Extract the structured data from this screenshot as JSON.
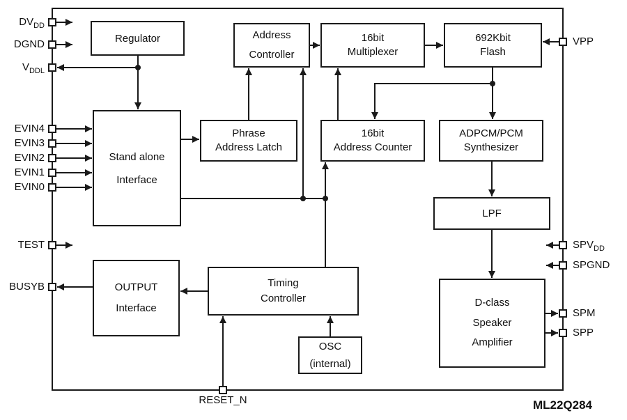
{
  "diagram": {
    "part_number": "ML22Q284",
    "blocks": {
      "regulator": {
        "label": "Regulator"
      },
      "address_controller": {
        "label": "Address\nController"
      },
      "multiplexer": {
        "label": "16bit\nMultiplexer"
      },
      "flash": {
        "label": "692Kbit\nFlash"
      },
      "phrase_address_latch": {
        "label": "Phrase\nAddress Latch"
      },
      "address_counter": {
        "label": "16bit\nAddress Counter"
      },
      "adpcm_synthesizer": {
        "label": "ADPCM/PCM\nSynthesizer"
      },
      "standalone_interface": {
        "label": "Stand alone\nInterface"
      },
      "lpf": {
        "label": "LPF"
      },
      "d_class_amp": {
        "label": "D-class\nSpeaker\nAmplifier"
      },
      "timing_controller": {
        "label": "Timing\nController"
      },
      "output_interface": {
        "label": "OUTPUT\nInterface"
      },
      "osc": {
        "label": "OSC\n(internal)"
      }
    },
    "pins": {
      "dvdd": {
        "main": "DV",
        "sub": "DD"
      },
      "dgnd": {
        "main": "DGND",
        "sub": ""
      },
      "vddl": {
        "main": "V",
        "sub": "DDL"
      },
      "evin4": {
        "main": "EVIN4",
        "sub": ""
      },
      "evin3": {
        "main": "EVIN3",
        "sub": ""
      },
      "evin2": {
        "main": "EVIN2",
        "sub": ""
      },
      "evin1": {
        "main": "EVIN1",
        "sub": ""
      },
      "evin0": {
        "main": "EVIN0",
        "sub": ""
      },
      "test": {
        "main": "TEST",
        "sub": ""
      },
      "busyb": {
        "main": "BUSYB",
        "sub": ""
      },
      "vpp": {
        "main": "VPP",
        "sub": ""
      },
      "spvdd": {
        "main": "SPV",
        "sub": "DD"
      },
      "spgnd": {
        "main": "SPGND",
        "sub": ""
      },
      "spm": {
        "main": "SPM",
        "sub": ""
      },
      "spp": {
        "main": "SPP",
        "sub": ""
      },
      "reset_n": {
        "main": "RESET_N",
        "sub": ""
      }
    },
    "colors": {
      "line": "#1a1a1a",
      "background": "#ffffff"
    }
  }
}
